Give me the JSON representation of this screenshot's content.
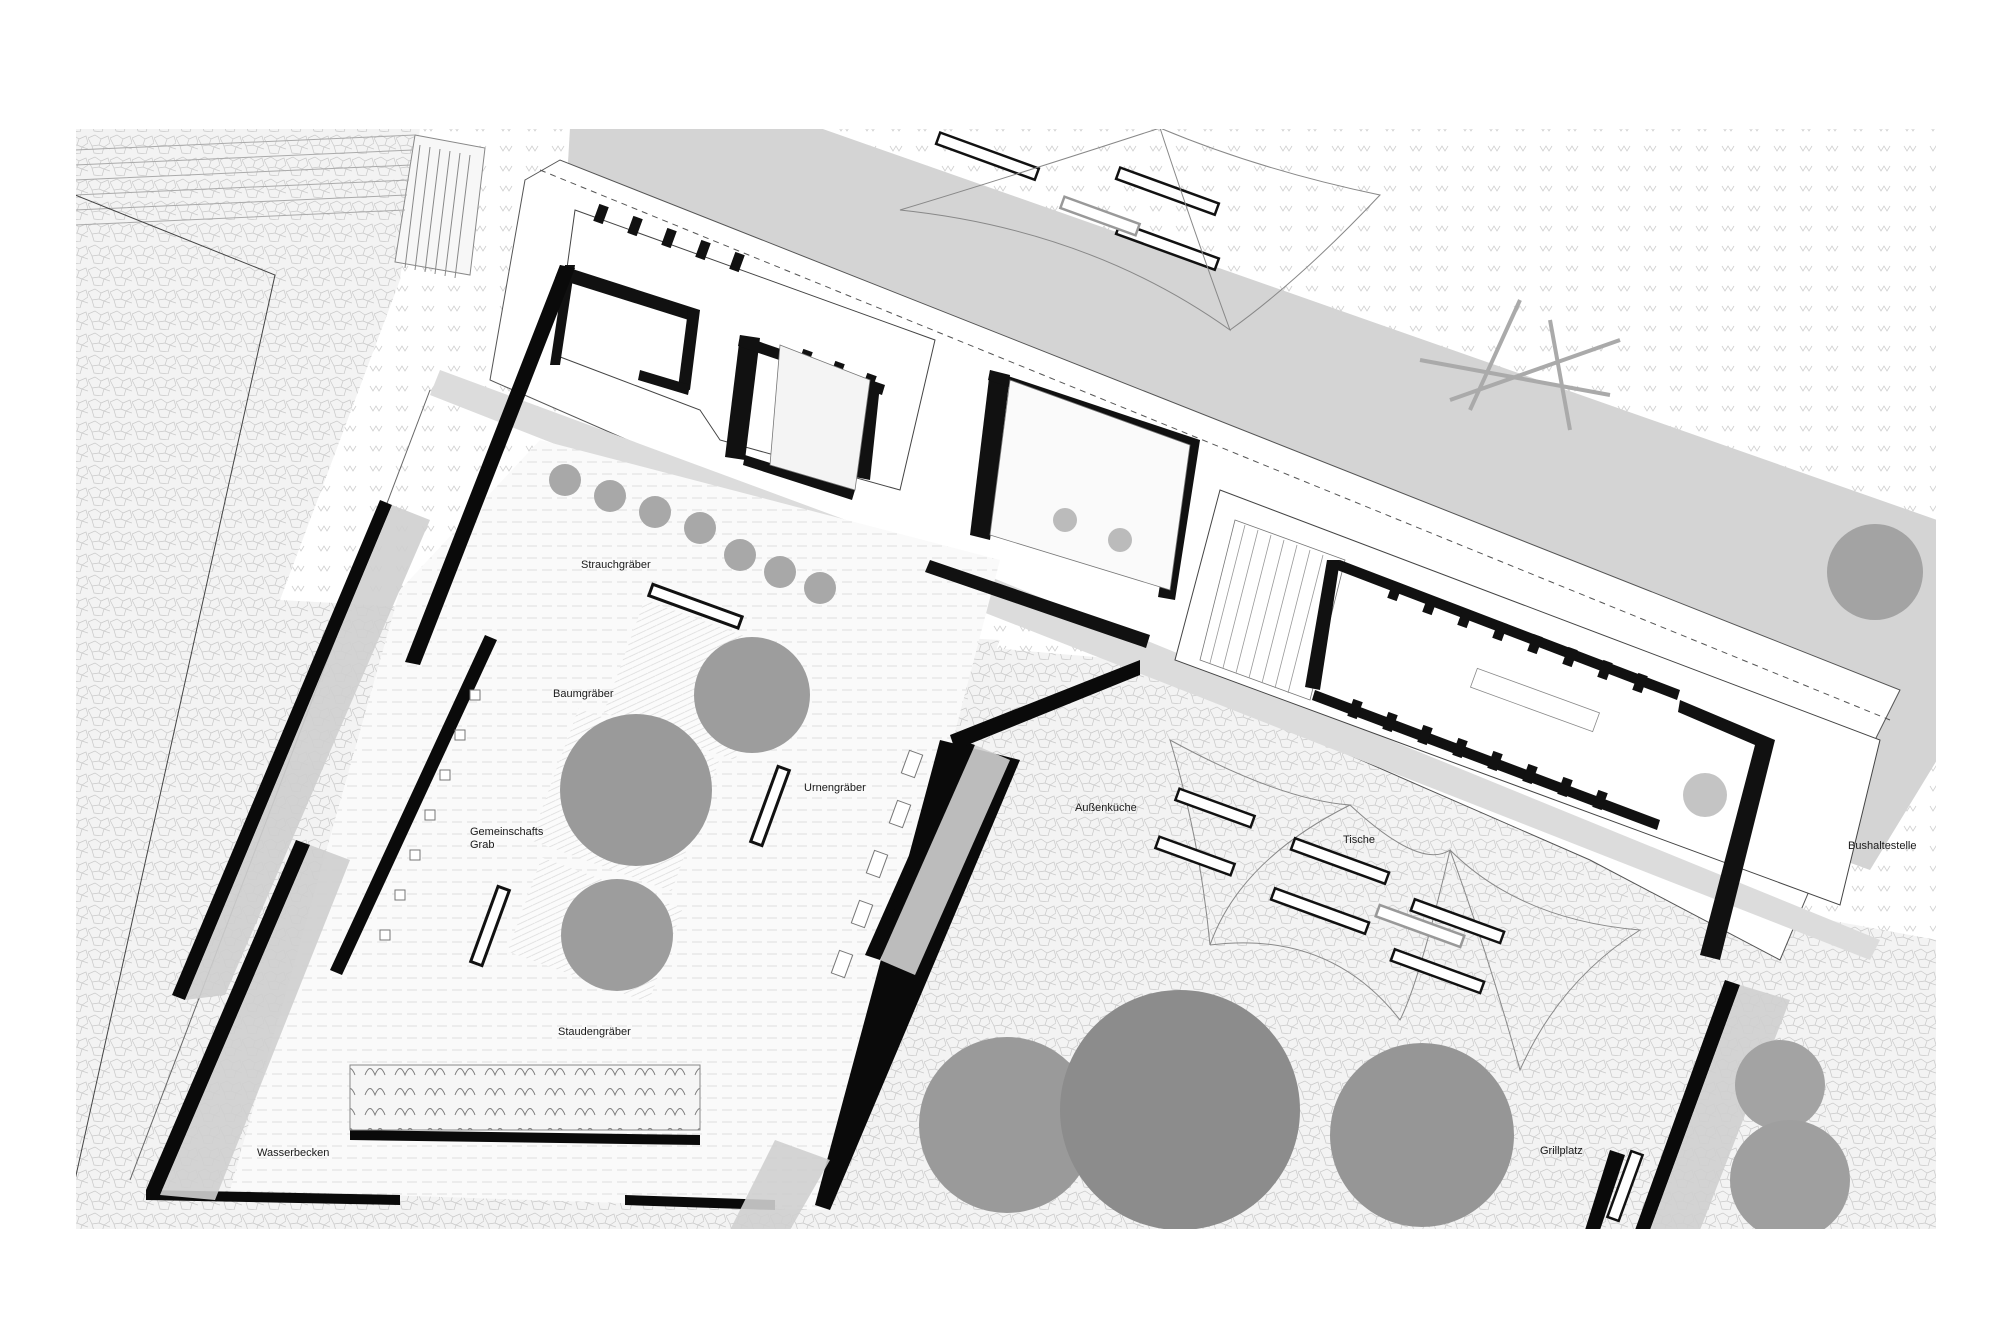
{
  "labels": {
    "strauchgraeber": "Strauchgräber",
    "baumgraeber": "Baumgräber",
    "urnengraeber": "Urnengräber",
    "gemeinschaftsgrab": "Gemeinschafts\nGrab",
    "staudengraeber": "Staudengräber",
    "wasserbecken": "Wasserbecken",
    "aussenkueche": "Außenküche",
    "tische": "Tische",
    "bushaltestelle": "Bushaltestelle",
    "grillplatz": "Grillplatz"
  },
  "colors": {
    "background": "#ffffff",
    "paving": "#f1f1f1",
    "shadow": "#d3d3d3",
    "wall": "#0a0a0a",
    "tree": "#9a9a9a",
    "tree_dark": "#8a8a8a"
  }
}
